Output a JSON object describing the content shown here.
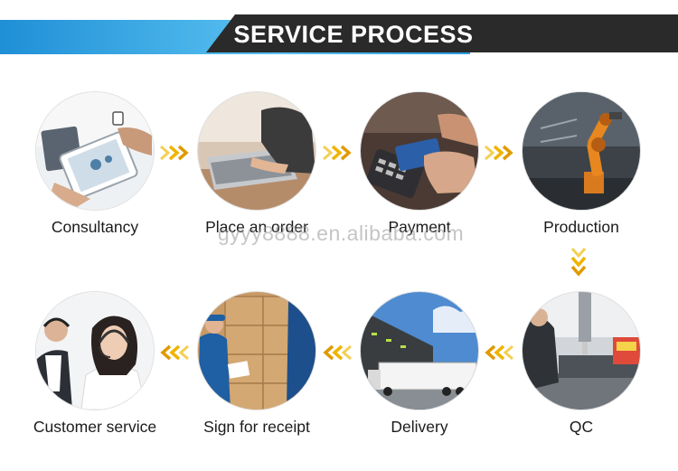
{
  "header": {
    "title": "SERVICE PROCESS"
  },
  "steps": [
    {
      "label": "Consultancy",
      "icon": "tablet-consultancy-icon"
    },
    {
      "label": "Place an order",
      "icon": "laptop-order-icon"
    },
    {
      "label": "Payment",
      "icon": "card-payment-icon"
    },
    {
      "label": "Production",
      "icon": "robot-arm-production-icon"
    },
    {
      "label": "QC",
      "icon": "machine-qc-icon"
    },
    {
      "label": "Delivery",
      "icon": "truck-delivery-icon"
    },
    {
      "label": "Sign for receipt",
      "icon": "boxes-receipt-icon"
    },
    {
      "label": "Customer service",
      "icon": "headset-service-icon"
    }
  ],
  "watermark": "gyyy8888.en.alibaba.com",
  "colors": {
    "banner_blue": "#2a9be0",
    "banner_dark": "#2a2a2a",
    "arrow_gold": "#f0b400"
  }
}
